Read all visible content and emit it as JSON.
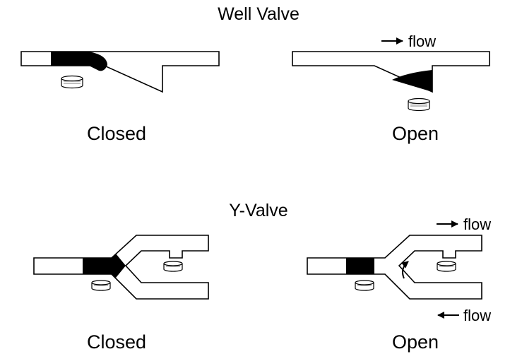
{
  "colors": {
    "outline": "#000000",
    "fill": "#ffffff",
    "plug": "#000000"
  },
  "well_valve": {
    "title": "Well Valve",
    "closed_label": "Closed",
    "open_label": "Open",
    "flow_label": "flow"
  },
  "y_valve": {
    "title": "Y-Valve",
    "closed_label": "Closed",
    "open_label": "Open",
    "flow_top_label": "flow",
    "flow_bottom_label": "flow"
  },
  "icons": [
    "magnet-icon",
    "arrow-right-icon",
    "arrow-left-icon",
    "curved-arrow-icon"
  ]
}
